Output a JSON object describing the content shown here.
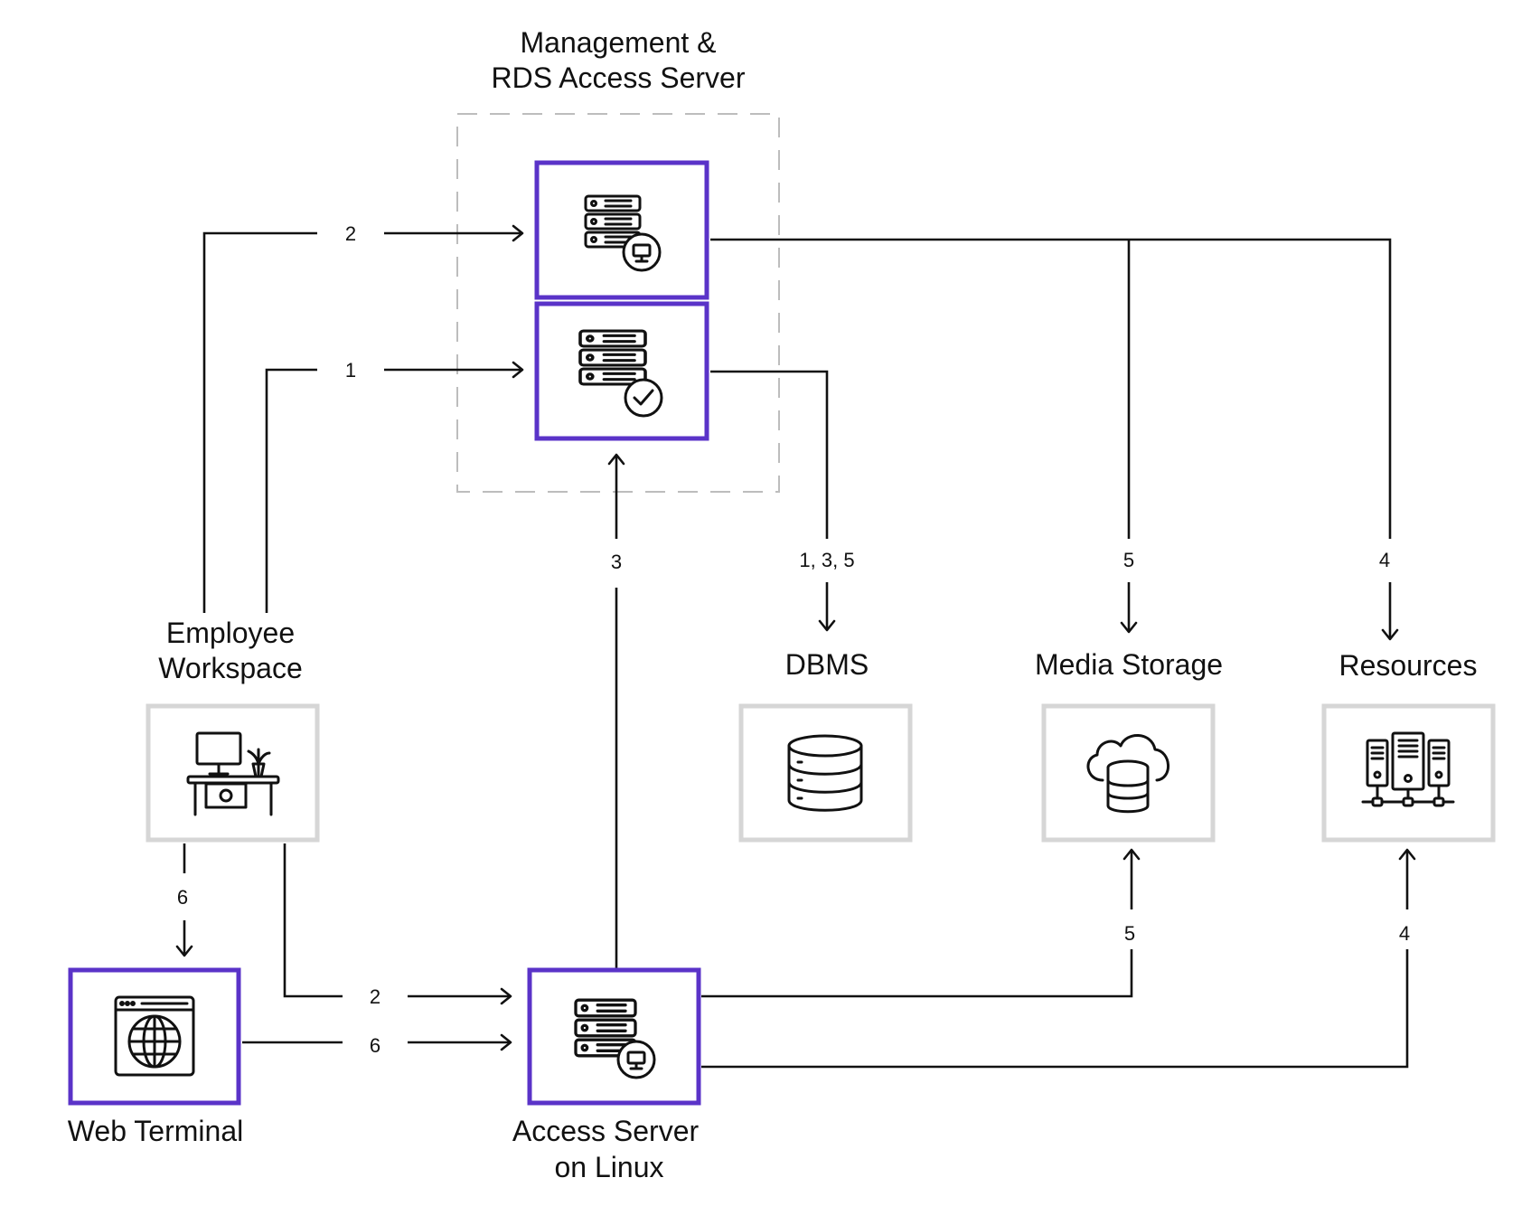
{
  "colors": {
    "accent": "#5a33c8",
    "neutral_box": "#d6d6d6",
    "dashed_group": "#bdbdbd",
    "line": "#111111"
  },
  "group": {
    "title_line1": "Management &",
    "title_line2": "RDS Access Server"
  },
  "nodes": {
    "mgmt_server": {
      "icon": "server-monitor-icon"
    },
    "rds_server": {
      "icon": "server-check-icon"
    },
    "employee_workspace": {
      "title_line1": "Employee",
      "title_line2": "Workspace",
      "icon": "desk-workspace-icon"
    },
    "dbms": {
      "title": "DBMS",
      "icon": "database-icon"
    },
    "media_storage": {
      "title": "Media Storage",
      "icon": "cloud-database-icon"
    },
    "resources": {
      "title": "Resources",
      "icon": "server-rack-icon"
    },
    "web_terminal": {
      "title": "Web Terminal",
      "icon": "browser-globe-icon"
    },
    "access_server_linux": {
      "title_line1": "Access Server",
      "title_line2": "on Linux",
      "icon": "server-monitor-icon"
    }
  },
  "edges": {
    "ws_to_mgmt": "2",
    "ws_to_rds": "1",
    "linux_to_rds": "3",
    "rds_to_dbms": "1, 3, 5",
    "mgmt_to_media": "5",
    "mgmt_to_resources": "4",
    "ws_to_terminal": "6",
    "ws_to_linux": "2",
    "terminal_to_linux": "6",
    "linux_to_media": "5",
    "linux_to_resources": "4"
  }
}
